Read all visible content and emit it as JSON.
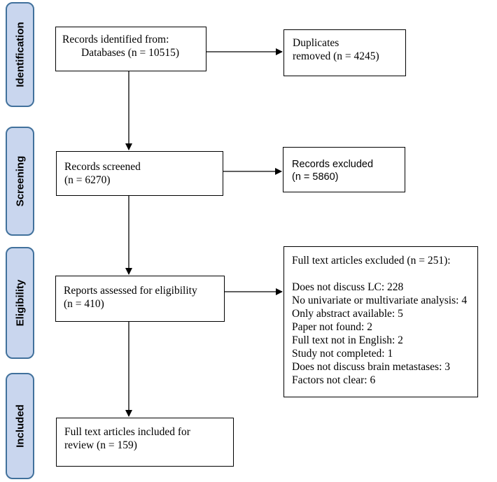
{
  "stages": {
    "identification": "Identification",
    "screening": "Screening",
    "eligibility": "Eligibility",
    "included": "Included"
  },
  "boxes": {
    "identified": {
      "line1": "Records identified from:",
      "line2": "Databases (n = 10515)"
    },
    "duplicates": {
      "line1": "Duplicates",
      "line2": "removed (n = 4245)"
    },
    "screened": {
      "line1": "Records screened",
      "line2": "(n = 6270)"
    },
    "excluded": {
      "line1": "Records excluded",
      "line2": "(n = 5860)"
    },
    "assessed": {
      "line1": "Reports assessed for eligibility",
      "line2": "(n = 410)"
    },
    "fulltext_excluded": {
      "title": "Full text articles excluded (n = 251):",
      "reasons": [
        "Does not discuss LC: 228",
        "No univariate or multivariate analysis: 4",
        "Only abstract available: 5",
        "Paper not found: 2",
        "Full text not in English: 2",
        "Study not completed: 1",
        "Does not discuss brain metastases: 3",
        "Factors not clear: 6"
      ]
    },
    "included": {
      "line1": "Full text articles included for",
      "line2": "review (n = 159)"
    }
  }
}
